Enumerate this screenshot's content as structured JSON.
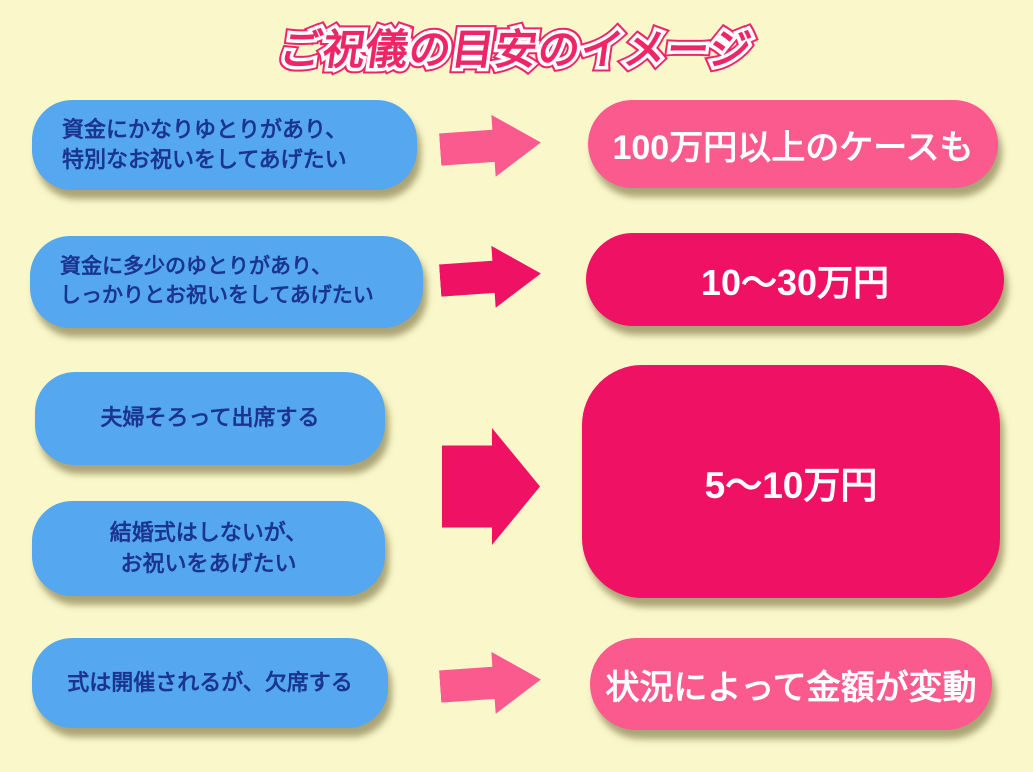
{
  "title": "ご祝儀の目安のイメージ",
  "colors": {
    "background": "#FAF8CB",
    "condition_box": "#55A7EF",
    "condition_text": "#1A3590",
    "amount_pink_light": "#FA5A8E",
    "amount_pink_deep": "#EE1164",
    "amount_text": "#FFFFFF",
    "title_pink": "#EE2566"
  },
  "rows": [
    {
      "condition": [
        "資金にかなりゆとりがあり、",
        "特別なお祝いをしてあげたい"
      ],
      "amount": "100万円以上のケースも"
    },
    {
      "condition": [
        "資金に多少のゆとりがあり、",
        "しっかりとお祝いをしてあげたい"
      ],
      "amount": "10〜30万円"
    },
    {
      "condition": [
        "夫婦そろって出席する"
      ],
      "amount": "5〜10万円"
    },
    {
      "condition": [
        "結婚式はしないが、",
        "お祝いをあげたい"
      ],
      "amount": "5〜10万円"
    },
    {
      "condition": [
        "式は開催されるが、欠席する"
      ],
      "amount": "状況によって金額が変動"
    }
  ]
}
